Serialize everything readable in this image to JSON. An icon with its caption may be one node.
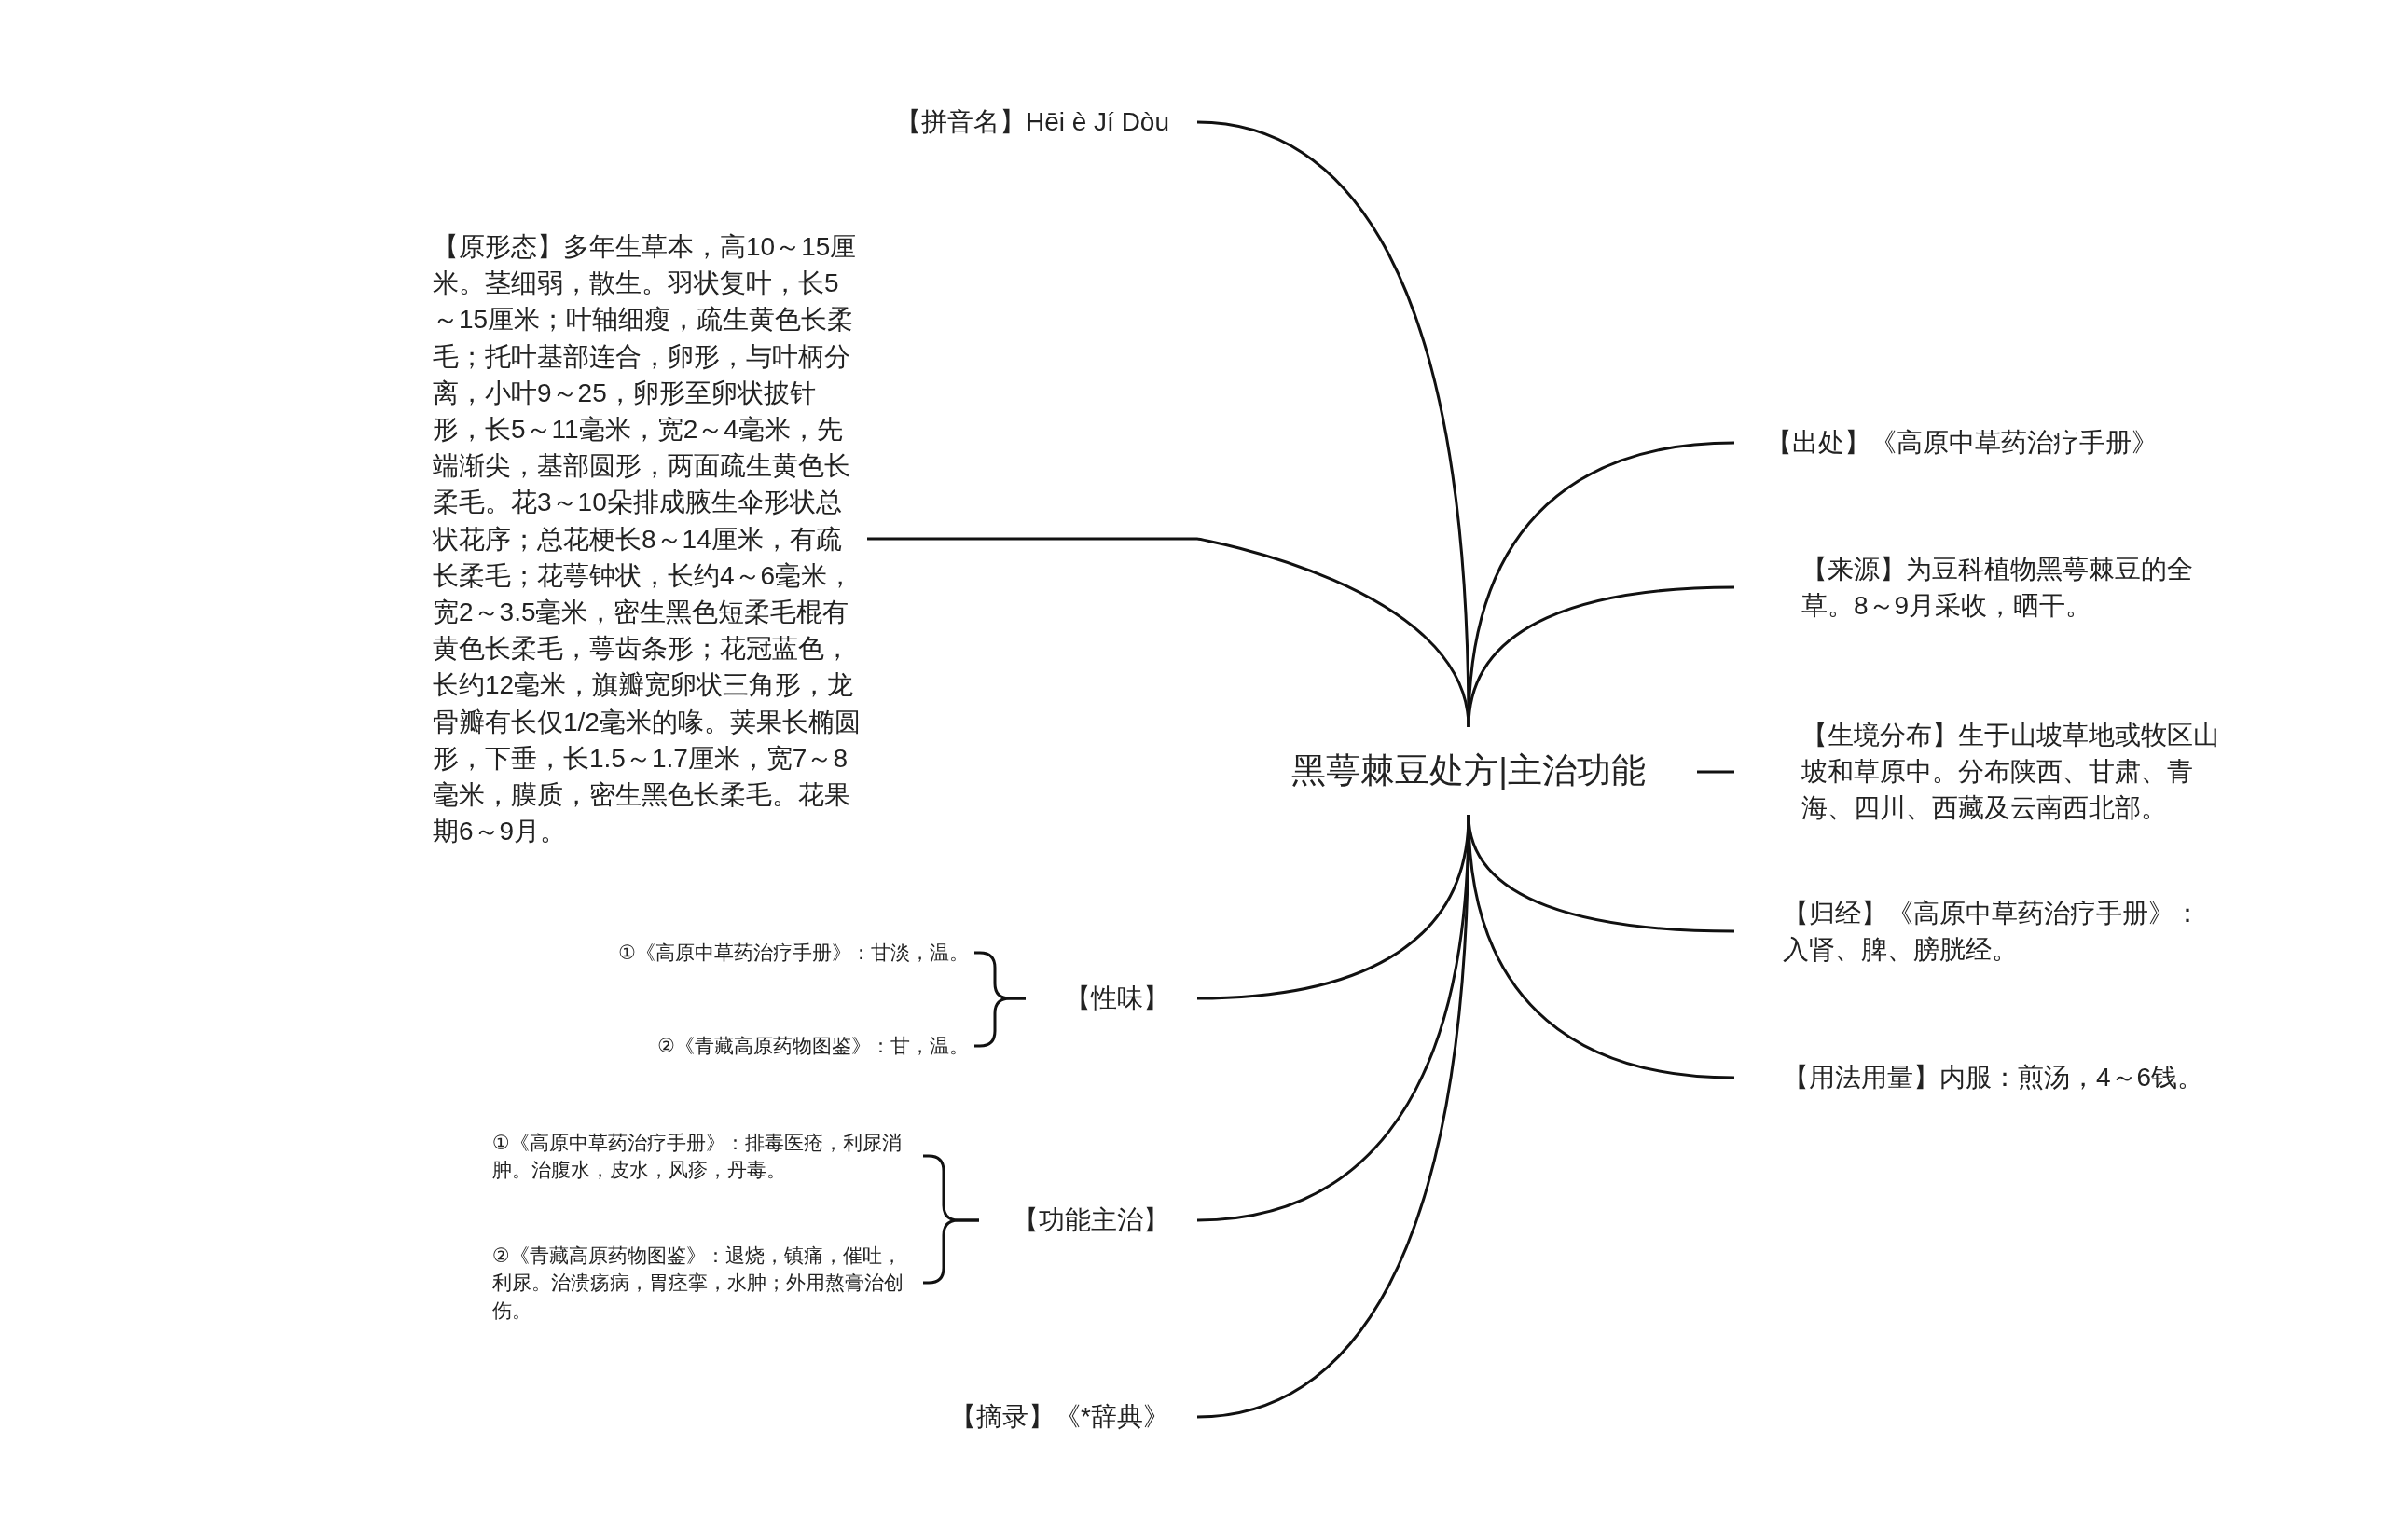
{
  "diagram": {
    "nodes": [
      {
        "text": [
          "黑萼棘豆处方|主治功能"
        ]
      },
      {
        "text": [
          "【拼音名】Hēi è Jí Dòu"
        ]
      },
      {
        "text": [
          "【原形态】多年生草本，高10～15厘米。茎细弱，散生。羽状复叶，长5～15厘米；叶轴细瘦，疏生黄色长柔毛；托叶基部连合，卵形，与叶柄分离，小叶9～25，卵形至卵状披针形，长5～11毫米，宽2～4毫米，先端渐尖，基部圆形，两面疏生黄色长柔毛。花3～10朵排成腋生伞形状总状花序；总花梗长8～14厘米，有疏长柔毛；花萼钟状，长约4～6毫米，宽2～3.5毫米，密生黑色短柔毛棍有黄色长柔毛，萼齿条形；花冠蓝色，长约12毫米，旗瓣宽卵状三角形，龙骨瓣有长仅1/2毫米的喙。荚果长椭圆形，下垂，长1.5～1.7厘米，宽7～8毫米，膜质，密生黑色长柔毛。花果期6～9月。"
        ]
      },
      {
        "text": [
          "【性味】"
        ]
      },
      {
        "text": [
          "①《高原中草药治疗手册》：甘淡，温。"
        ]
      },
      {
        "text": [
          "②《青藏高原药物图鉴》：甘，温。"
        ]
      },
      {
        "text": [
          "【功能主治】"
        ]
      },
      {
        "text": [
          "①《高原中草药治疗手册》：排毒医疮，利尿消肿。治腹水，皮水，风疹，丹毒。"
        ]
      },
      {
        "text": [
          "②《青藏高原药物图鉴》：退烧，镇痛，催吐，利尿。治溃疡病，胃痉挛，水肿；外用熬膏治创伤。"
        ]
      },
      {
        "text": [
          "【摘录】《*辞典》"
        ]
      },
      {
        "text": [
          "【出处】《高原中草药治疗手册》"
        ]
      },
      {
        "text": [
          "【来源】为豆科植物黑萼棘豆的全草。8～9月采收，晒干。"
        ]
      },
      {
        "text": [
          "【生境分布】生于山坡草地或牧区山坡和草原中。分布陕西、甘肃、青海、四川、西藏及云南西北部。"
        ]
      },
      {
        "text": [
          "【归经】《高原中草药治疗手册》：入肾、脾、膀胱经。"
        ]
      },
      {
        "text": [
          "【用法用量】内服：煎汤，4～6钱。"
        ]
      }
    ],
    "edges": [
      {
        "from": 0,
        "to": 1,
        "arrow": "none"
      },
      {
        "from": 0,
        "to": 2,
        "arrow": "none"
      },
      {
        "from": 0,
        "to": 3,
        "arrow": "none"
      },
      {
        "from": 0,
        "to": 6,
        "arrow": "none"
      },
      {
        "from": 0,
        "to": 9,
        "arrow": "none"
      },
      {
        "from": 0,
        "to": 10,
        "arrow": "none"
      },
      {
        "from": 0,
        "to": 11,
        "arrow": "none"
      },
      {
        "from": 0,
        "to": 12,
        "arrow": "none"
      },
      {
        "from": 0,
        "to": 13,
        "arrow": "none"
      },
      {
        "from": 0,
        "to": 14,
        "arrow": "none"
      },
      {
        "from": 3,
        "to": 4,
        "arrow": "none"
      },
      {
        "from": 3,
        "to": 5,
        "arrow": "none"
      },
      {
        "from": 6,
        "to": 7,
        "arrow": "none"
      },
      {
        "from": 6,
        "to": 8,
        "arrow": "none"
      }
    ]
  }
}
